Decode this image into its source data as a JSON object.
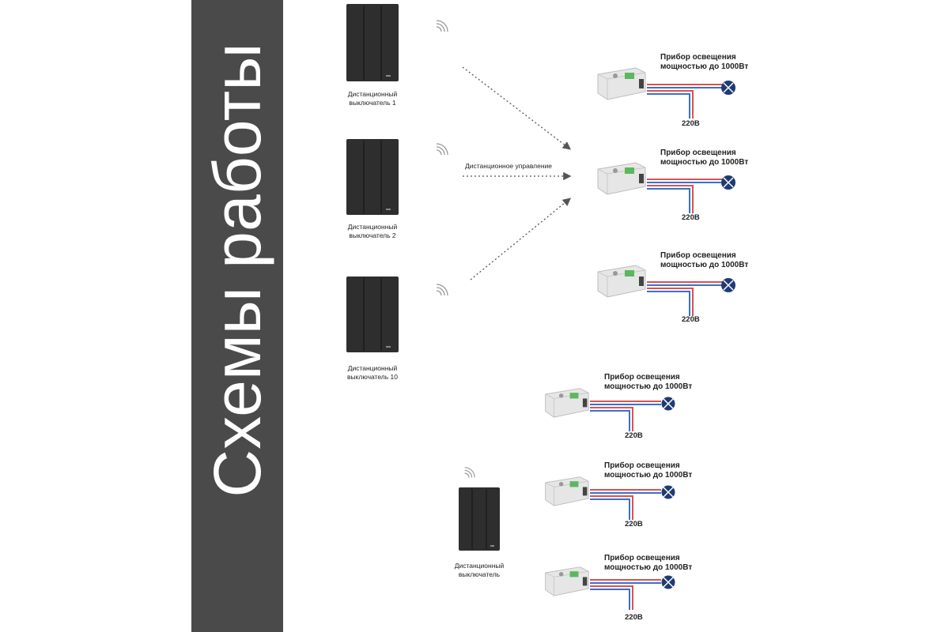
{
  "side": {
    "title": "Схемы работы"
  },
  "scheme_top": {
    "switches": [
      {
        "line1": "Дистанционный",
        "line2": "выключатель 1"
      },
      {
        "line1": "Дистанционный",
        "line2": "выключатель 2"
      },
      {
        "line1": "Дистанционный",
        "line2": "выключатель 10"
      }
    ],
    "remote_label": "Дистанционное управление",
    "lamps": [
      {
        "title1": "Прибор освещения",
        "title2": "мощностью до 1000Вт",
        "voltage": "220В"
      },
      {
        "title1": "Прибор освещения",
        "title2": "мощностью до 1000Вт",
        "voltage": "220В"
      },
      {
        "title1": "Прибор освещения",
        "title2": "мощностью до 1000Вт",
        "voltage": "220В"
      }
    ]
  },
  "scheme_bottom": {
    "switch": {
      "line1": "Дистанционный",
      "line2": "выключатель"
    },
    "lamps": [
      {
        "title1": "Прибор освещения",
        "title2": "мощностью до 1000Вт",
        "voltage": "220В"
      },
      {
        "title1": "Прибор освещения",
        "title2": "мощностью до 1000Вт",
        "voltage": "220В"
      },
      {
        "title1": "Прибор освещения",
        "title2": "мощностью до 1000Вт",
        "voltage": "220В"
      }
    ]
  },
  "colors": {
    "side_band": "#4a4a4a",
    "switch_body": "#2e2e2e",
    "relay_body": "#e6e6e6",
    "relay_terminal": "#5cb85c",
    "wire_red": "#d9534f",
    "wire_blue": "#3b6fd1",
    "lamp": "#1f3b73"
  }
}
